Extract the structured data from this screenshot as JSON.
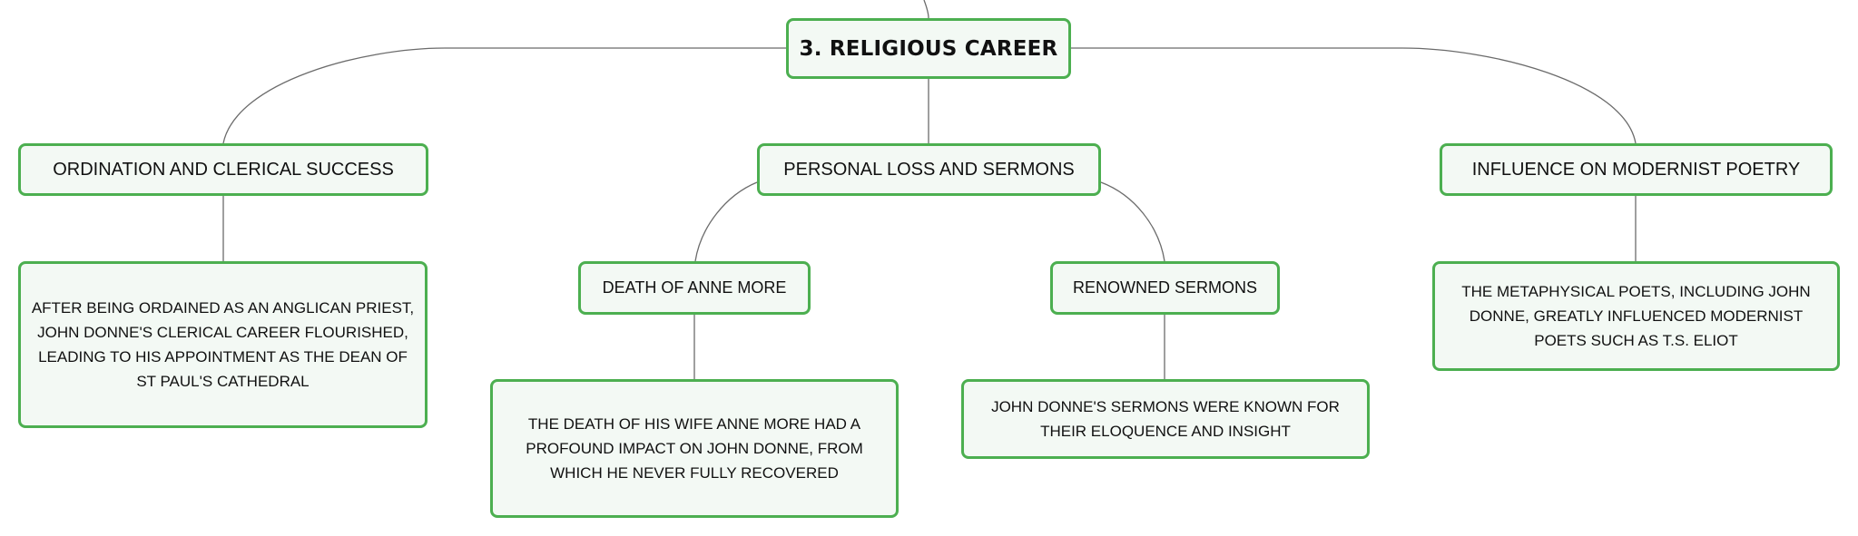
{
  "diagram": {
    "root": {
      "label": "3. RELIGIOUS CAREER"
    },
    "branches": [
      {
        "label": "ORDINATION AND CLERICAL SUCCESS",
        "detail": "AFTER BEING ORDAINED AS AN ANGLICAN PRIEST, JOHN DONNE'S CLERICAL CAREER FLOURISHED, LEADING TO HIS APPOINTMENT AS THE DEAN OF ST PAUL'S CATHEDRAL"
      },
      {
        "label": "PERSONAL LOSS AND SERMONS",
        "children": [
          {
            "label": "DEATH OF ANNE MORE",
            "detail": "THE DEATH OF HIS WIFE ANNE MORE HAD A PROFOUND IMPACT ON JOHN DONNE, FROM WHICH HE NEVER FULLY RECOVERED"
          },
          {
            "label": "RENOWNED SERMONS",
            "detail": "JOHN DONNE'S SERMONS WERE KNOWN FOR THEIR ELOQUENCE AND INSIGHT"
          }
        ]
      },
      {
        "label": "INFLUENCE ON MODERNIST POETRY",
        "detail": "THE METAPHYSICAL POETS, INCLUDING JOHN DONNE, GREATLY INFLUENCED MODERNIST POETS SUCH AS T.S. ELIOT"
      }
    ]
  },
  "colors": {
    "node_border": "#4caf50",
    "node_fill": "#f3f9f4",
    "connector": "#6b6b6b",
    "text": "#111111"
  }
}
